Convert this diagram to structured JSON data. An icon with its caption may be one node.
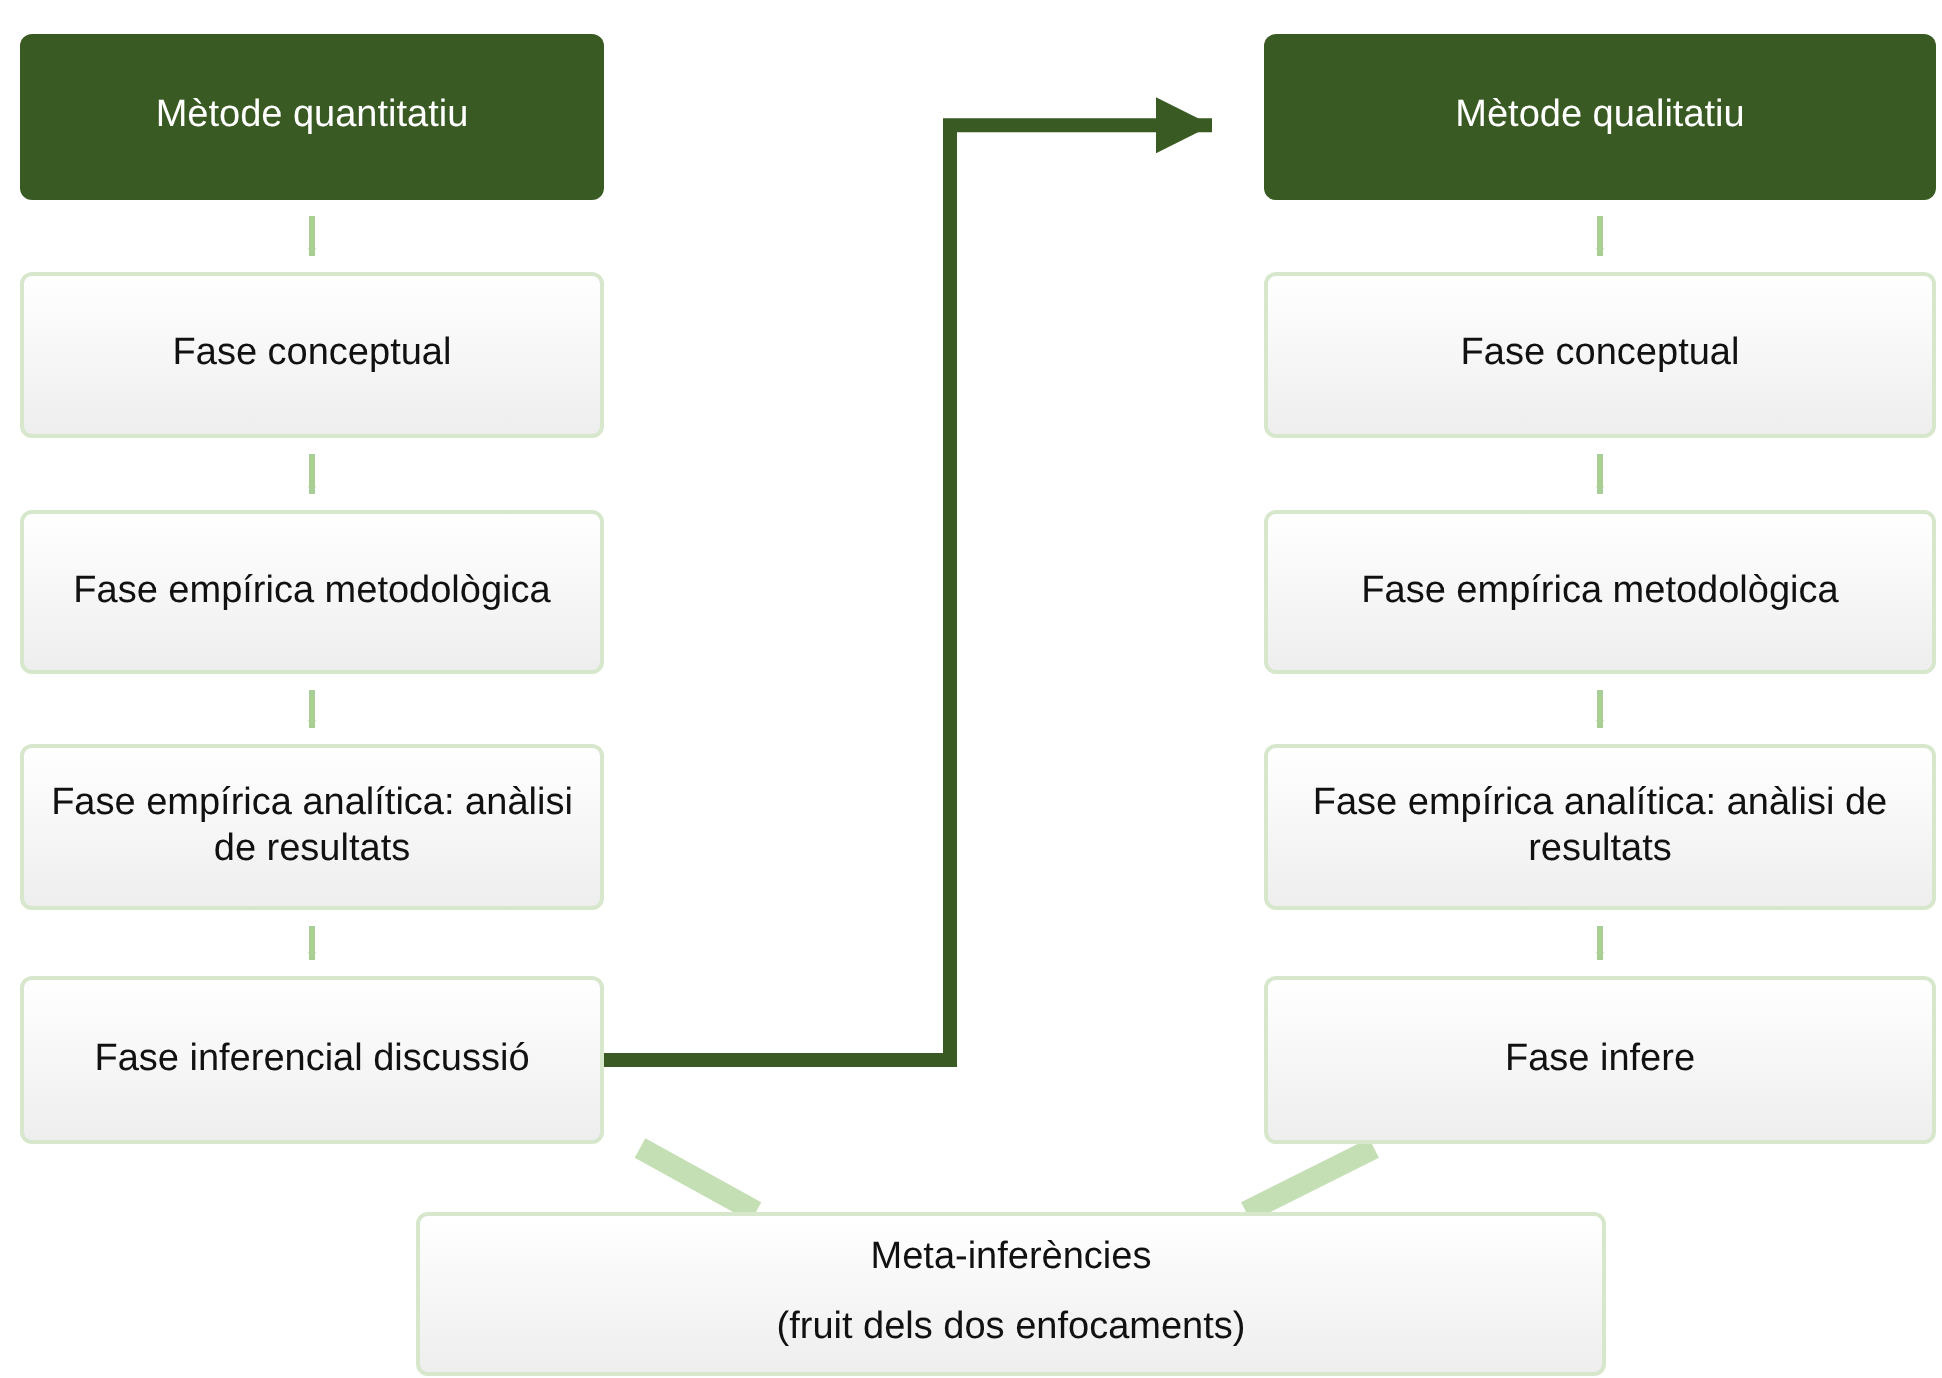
{
  "diagram": {
    "nodes": [
      {
        "text": [
          "Mètode quantitatiu"
        ]
      },
      {
        "text": [
          "Fase conceptual"
        ]
      },
      {
        "text": [
          "Fase empírica metodològica"
        ]
      },
      {
        "text": [
          "Fase empírica analítica: anàlisi de resultats"
        ]
      },
      {
        "text": [
          "Fase inferencial discussió"
        ]
      },
      {
        "text": [
          "Mètode qualitatiu"
        ]
      },
      {
        "text": [
          "Fase conceptual"
        ]
      },
      {
        "text": [
          "Fase empírica metodològica"
        ]
      },
      {
        "text": [
          "Fase empírica analítica: anàlisi de resultats"
        ]
      },
      {
        "text": [
          "Fase infere"
        ]
      },
      {
        "text": [
          "Meta-inferències",
          "(fruit dels dos enfocaments)"
        ]
      }
    ],
    "edges": [
      {
        "from": 0,
        "to": 1,
        "arrow": "to"
      },
      {
        "from": 1,
        "to": 2,
        "arrow": "to"
      },
      {
        "from": 2,
        "to": 3,
        "arrow": "to"
      },
      {
        "from": 3,
        "to": 4,
        "arrow": "to"
      },
      {
        "from": 4,
        "to": 5,
        "arrow": "to",
        "style": "thick",
        "color": "#3a5a23"
      },
      {
        "from": 5,
        "to": 6,
        "arrow": "to"
      },
      {
        "from": 6,
        "to": 7,
        "arrow": "to"
      },
      {
        "from": 7,
        "to": 8,
        "arrow": "to"
      },
      {
        "from": 8,
        "to": 9,
        "arrow": "to"
      },
      {
        "from": 4,
        "to": 10,
        "arrow": "none",
        "style": "thick",
        "color": "#c5dfb5"
      },
      {
        "from": 9,
        "to": 10,
        "arrow": "none",
        "style": "thick",
        "color": "#c5dfb5"
      }
    ]
  }
}
